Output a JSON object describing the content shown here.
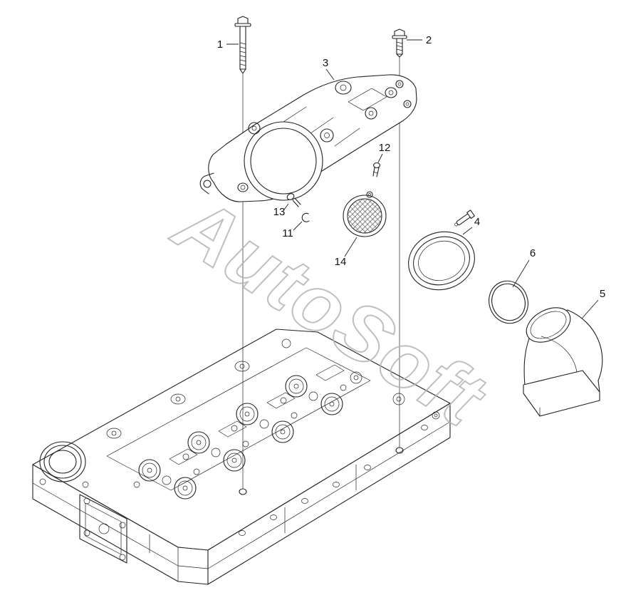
{
  "watermark": {
    "text": "AutoSoft",
    "color": "#b4b4b4"
  },
  "callouts": [
    {
      "label": "1"
    },
    {
      "label": "2"
    },
    {
      "label": "3"
    },
    {
      "label": "4"
    },
    {
      "label": "5"
    },
    {
      "label": "6"
    },
    {
      "label": "11"
    },
    {
      "label": "12"
    },
    {
      "label": "13"
    },
    {
      "label": "14"
    }
  ]
}
